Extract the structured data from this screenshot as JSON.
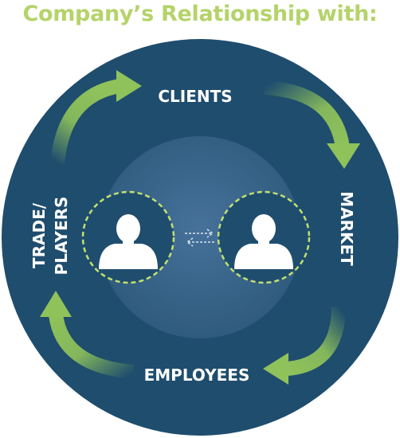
{
  "title": "Company’s Relationship with:",
  "labels": {
    "top": "CLIENTS",
    "right": "MARKET",
    "bottom": "EMPLOYEES",
    "left_line1": "TRADE/",
    "left_line2": "PLAYERS"
  },
  "icons": {
    "left_person": "person-icon",
    "right_person": "person-icon",
    "exchange": "exchange-arrows-icon",
    "cycle_arrows": "curved-arrow-icon"
  },
  "colors": {
    "title": "#b5d36a",
    "circle": "#1f4d6e",
    "inner_circle": "#3a6587",
    "arrow_green": "#8fc25a",
    "dashed_ring": "#c3e070",
    "text": "#ffffff"
  }
}
